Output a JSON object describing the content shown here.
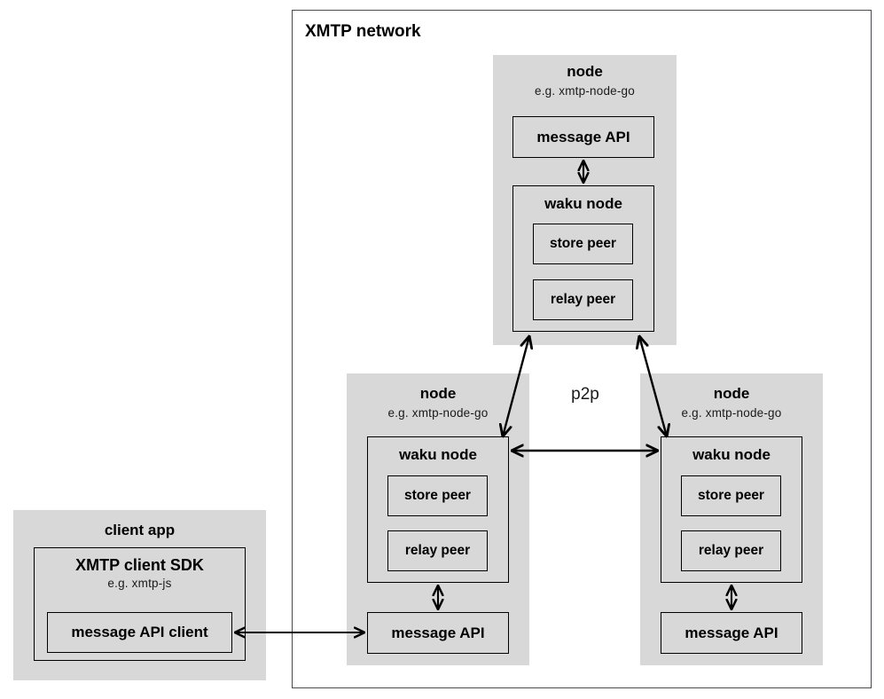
{
  "diagram": {
    "title": "XMTP network",
    "p2p_label": "p2p",
    "client_app": {
      "title": "client app",
      "sdk": {
        "title": "XMTP client SDK",
        "subtitle": "e.g. xmtp-js",
        "inner_box_label": "message API client"
      }
    },
    "nodes": [
      {
        "id": "node-top",
        "title": "node",
        "subtitle": "e.g. xmtp-node-go",
        "message_api_label": "message API",
        "waku": {
          "title": "waku node",
          "peers": [
            "store peer",
            "relay peer"
          ]
        }
      },
      {
        "id": "node-bottom-left",
        "title": "node",
        "subtitle": "e.g. xmtp-node-go",
        "message_api_label": "message API",
        "waku": {
          "title": "waku node",
          "peers": [
            "store peer",
            "relay peer"
          ]
        }
      },
      {
        "id": "node-bottom-right",
        "title": "node",
        "subtitle": "e.g. xmtp-node-go",
        "message_api_label": "message API",
        "waku": {
          "title": "waku node",
          "peers": [
            "store peer",
            "relay peer"
          ]
        }
      }
    ],
    "colors": {
      "group_fill": "#d8d8d8",
      "box_stroke": "#000000",
      "frame_stroke": "#4a4a52",
      "text": "#000000",
      "canvas": "#ffffff"
    }
  }
}
